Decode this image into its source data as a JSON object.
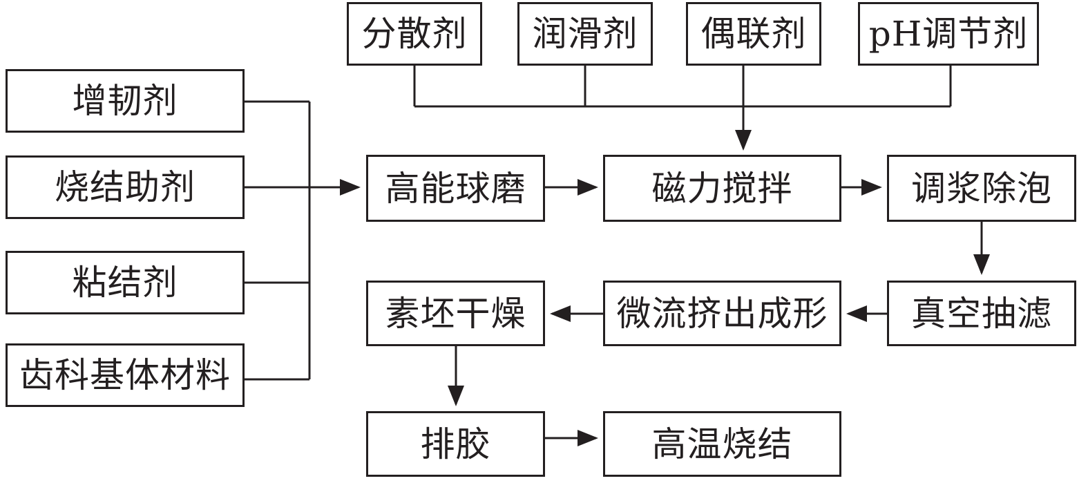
{
  "additives": {
    "dispersant": "分散剂",
    "lubricant": "润滑剂",
    "coupling_agent": "偶联剂",
    "ph_regulator": "pH调节剂"
  },
  "raw_materials": {
    "toughener": "增韧剂",
    "sintering_aid": "烧结助剂",
    "binder": "粘结剂",
    "dental_base": "齿科基体材料"
  },
  "process_steps": {
    "ball_milling": "高能球磨",
    "magnetic_stirring": "磁力搅拌",
    "slurry_defoaming": "调浆除泡",
    "vacuum_filtration": "真空抽滤",
    "micro_extrusion": "微流挤出成形",
    "green_drying": "素坯干燥",
    "debinding": "排胶",
    "high_temp_sintering": "高温烧结"
  }
}
